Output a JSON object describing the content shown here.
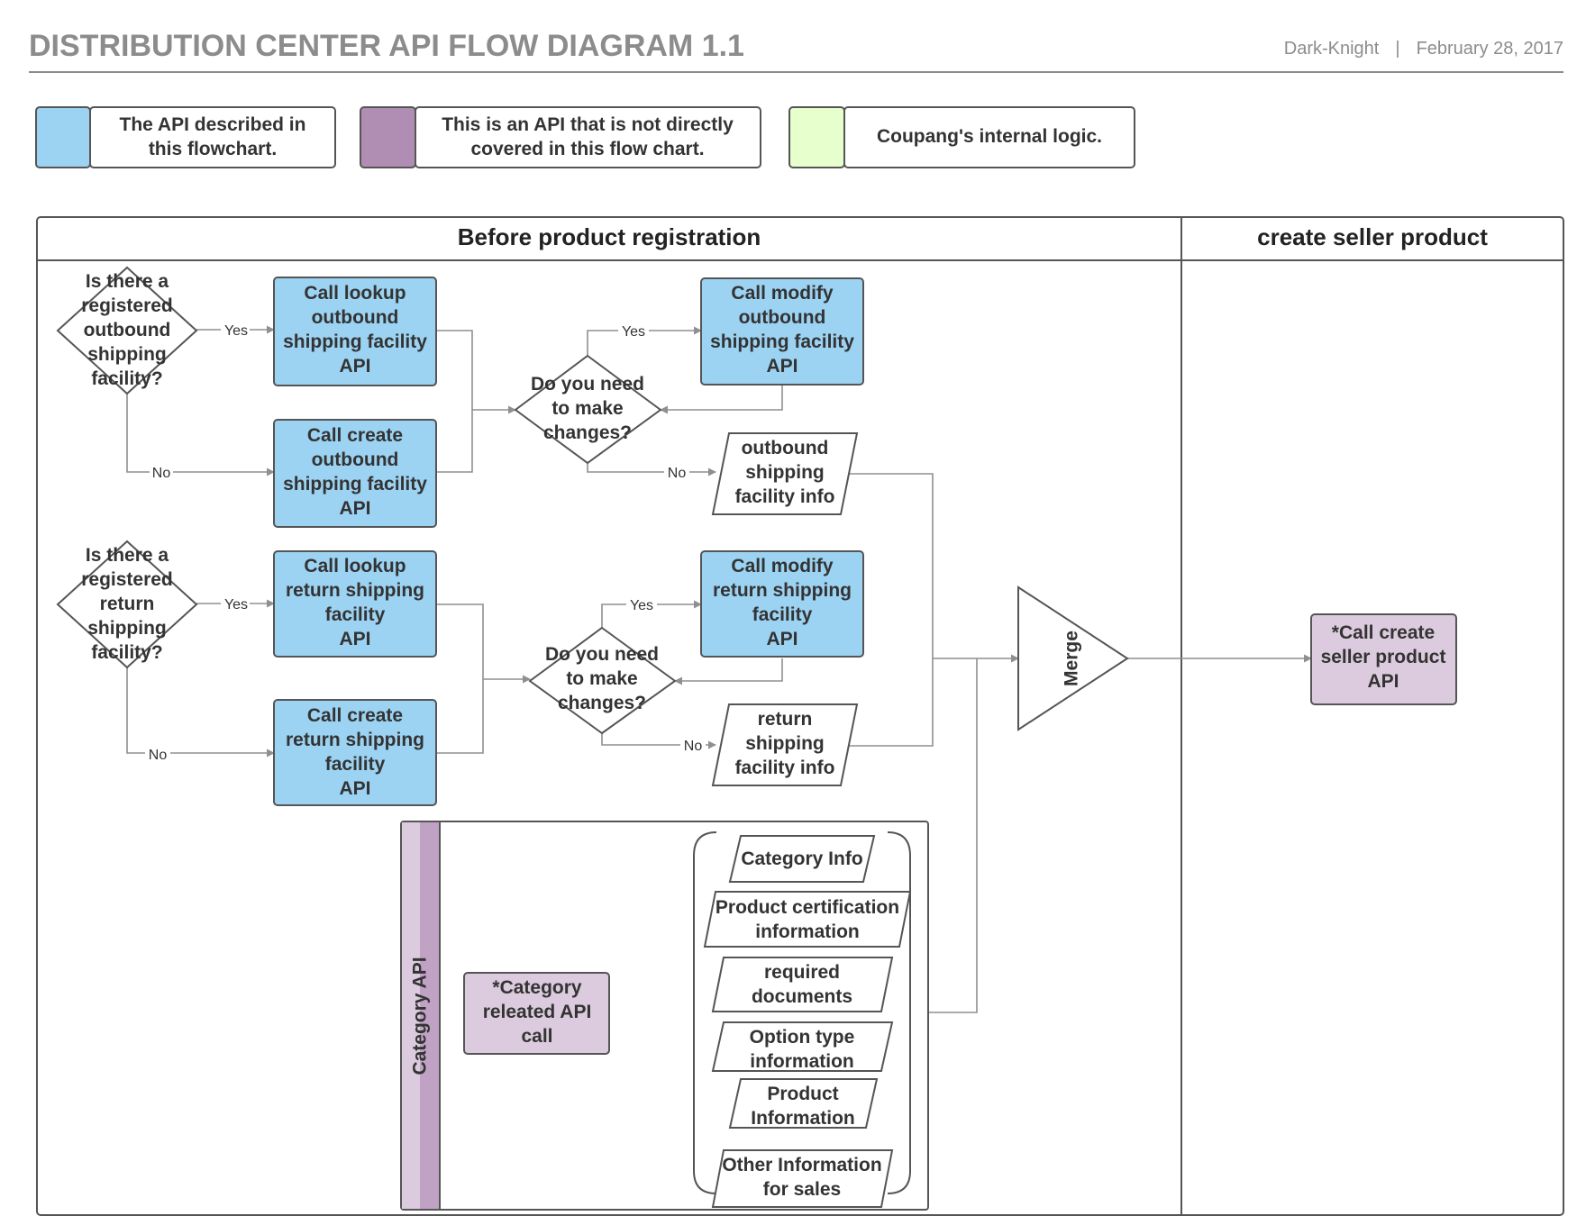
{
  "header": {
    "title": "DISTRIBUTION CENTER API FLOW DIAGRAM 1.1",
    "author": "Dark-Knight",
    "separator": "|",
    "date": "February 28, 2017"
  },
  "colors": {
    "api": "#9cd3f3",
    "external_api": "#b08eb4",
    "external_api_light": "#dccbde",
    "internal": "#e6ffcc",
    "line": "#8f8f8f",
    "stroke": "#555555"
  },
  "legend": [
    {
      "swatch": "api",
      "lines": [
        "The API described in",
        "this flowchart."
      ]
    },
    {
      "swatch": "external_api",
      "lines": [
        "This is an API that is not directly",
        "covered in this flow chart."
      ]
    },
    {
      "swatch": "internal",
      "lines": [
        "Coupang's internal logic."
      ]
    }
  ],
  "lanes": {
    "before": "Before product registration",
    "create": "create seller product"
  },
  "nodes": {
    "d_outbound": [
      "Is there a",
      "registered",
      "outbound",
      "shipping",
      "facility?"
    ],
    "lookup_outbound": [
      "Call lookup",
      "outbound",
      "shipping facility",
      "API"
    ],
    "create_outbound": [
      "Call create",
      "outbound",
      "shipping facility",
      "API"
    ],
    "d_change1": [
      "Do you need",
      "to make",
      "changes?"
    ],
    "modify_outbound": [
      "Call modify",
      "outbound",
      "shipping facility",
      "API"
    ],
    "outbound_info": [
      "outbound",
      "shipping",
      "facility info"
    ],
    "d_return": [
      "Is there a",
      "registered",
      "return",
      "shipping",
      "facility?"
    ],
    "lookup_return": [
      "Call lookup",
      "return shipping",
      "facility",
      "API"
    ],
    "create_return": [
      "Call create",
      "return shipping",
      "facility",
      "API"
    ],
    "d_change2": [
      "Do you need",
      "to make",
      "changes?"
    ],
    "modify_return": [
      "Call modify",
      "return shipping",
      "facility",
      "API"
    ],
    "return_info": [
      "return",
      "shipping",
      "facility info"
    ],
    "merge": "Merge",
    "seller_product": [
      "*Call create",
      "seller product",
      "API"
    ],
    "category_lane": "Category API",
    "category_call": [
      "*Category",
      "releated API",
      "call"
    ],
    "cat_info": [
      "Category Info"
    ],
    "cat_cert": [
      "Product certification",
      "information"
    ],
    "cat_docs": [
      "required",
      "documents"
    ],
    "cat_option": [
      "Option type",
      "information"
    ],
    "cat_product": [
      "Product",
      "Information"
    ],
    "cat_other": [
      "Other Information",
      "for sales"
    ]
  },
  "edge_labels": {
    "yes": "Yes",
    "no": "No"
  }
}
